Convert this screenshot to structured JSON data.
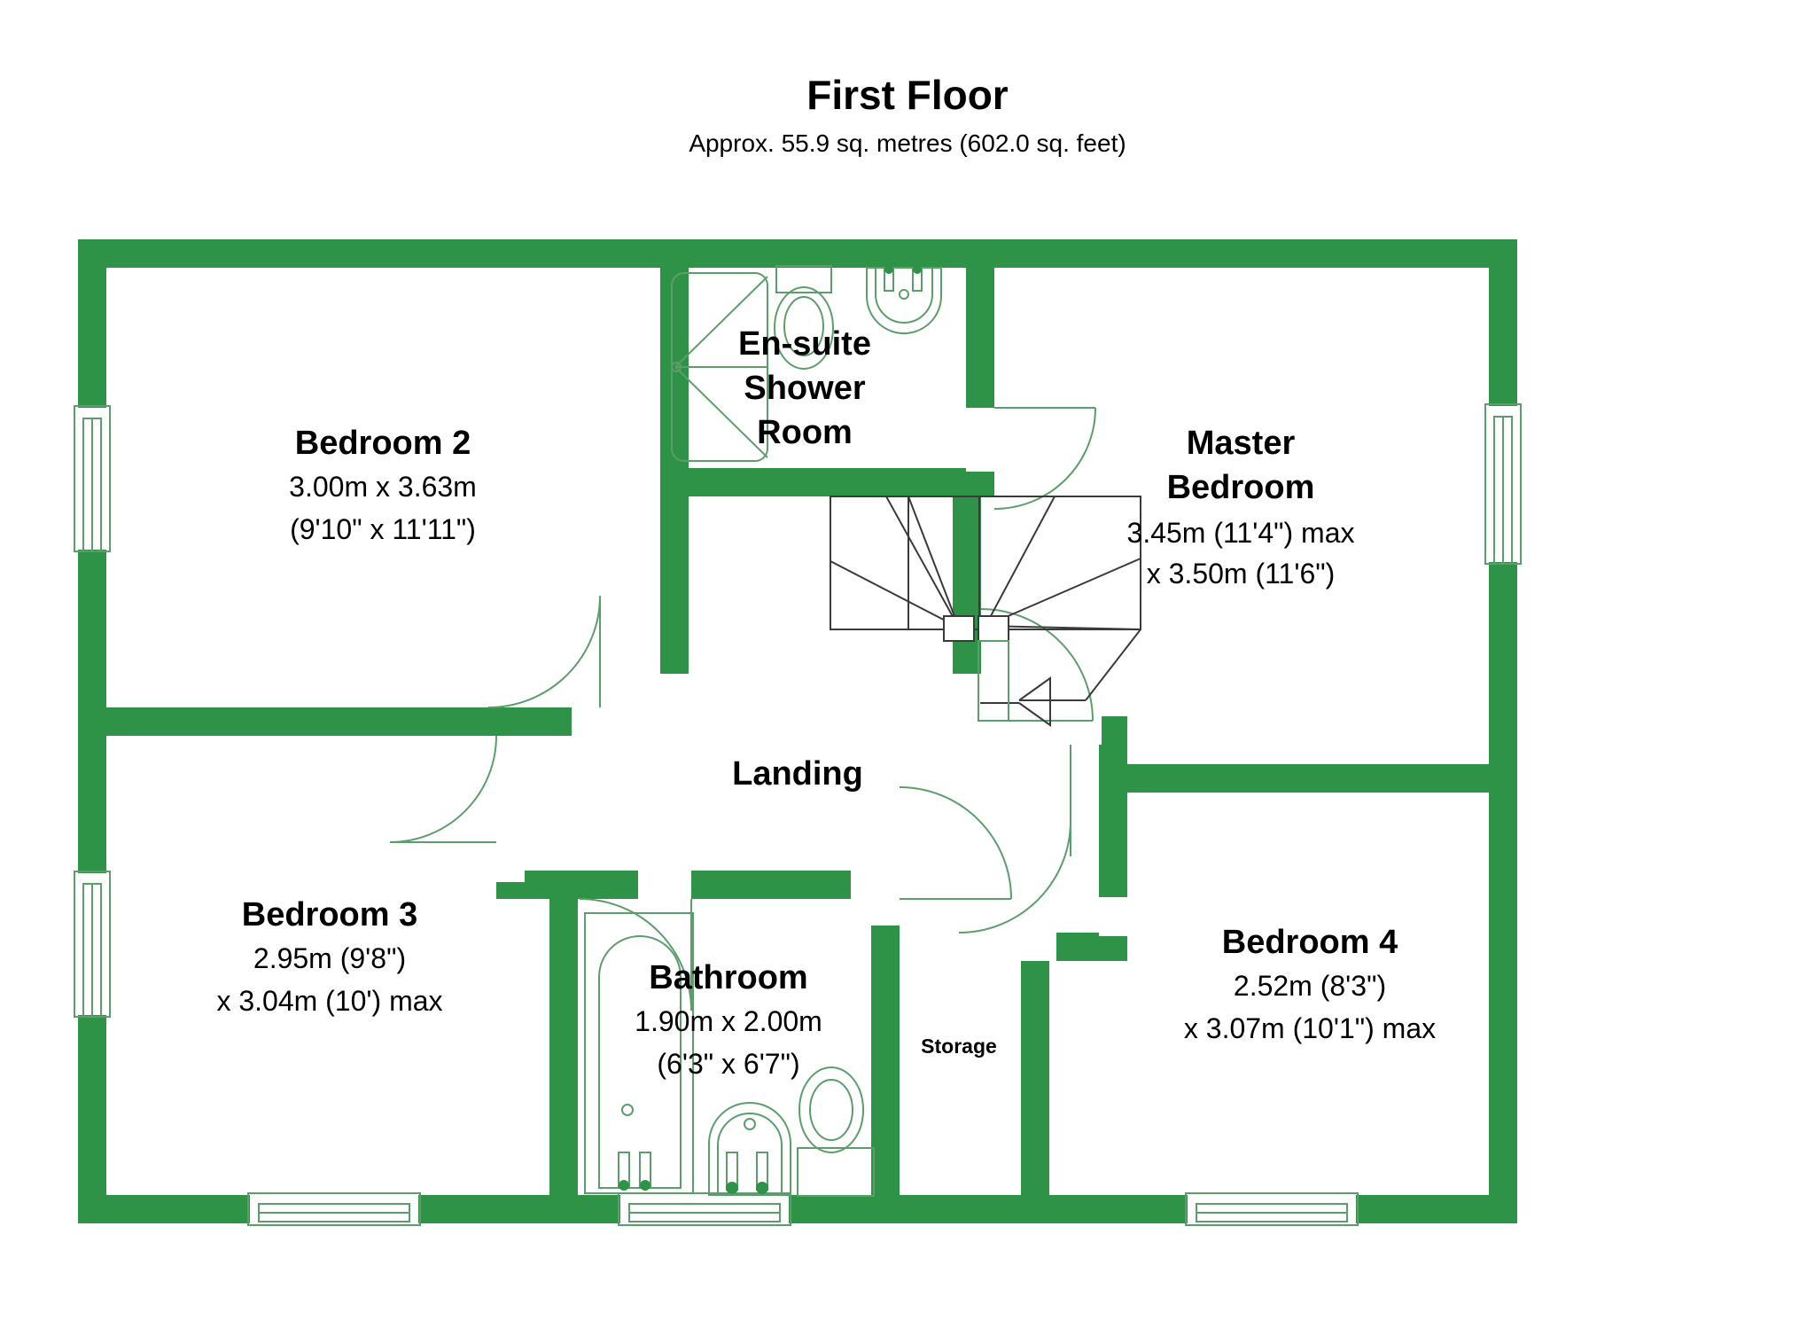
{
  "header": {
    "title": "First Floor",
    "subtitle": "Approx. 55.9 sq. metres (602.0 sq. feet)"
  },
  "colors": {
    "wall": "#2E9347",
    "fixture_outline": "#5C9E6B",
    "stair_line": "#3a3a3a",
    "text": "#000000",
    "background": "#ffffff"
  },
  "rooms": [
    {
      "id": "bedroom-2",
      "name": "Bedroom 2",
      "dim_metric": "3.00m x 3.63m",
      "dim_imperial": "(9'10\" x 11'11\")"
    },
    {
      "id": "ensuite-shower-room",
      "name_line1": "En-suite",
      "name_line2": "Shower",
      "name_line3": "Room"
    },
    {
      "id": "master-bedroom",
      "name_line1": "Master",
      "name_line2": "Bedroom",
      "dim_metric": "3.45m (11'4\") max",
      "dim_imperial": "x 3.50m (11'6\")"
    },
    {
      "id": "landing",
      "name": "Landing"
    },
    {
      "id": "bedroom-3",
      "name": "Bedroom 3",
      "dim_metric": "2.95m (9'8\")",
      "dim_imperial": "x 3.04m (10') max"
    },
    {
      "id": "bathroom",
      "name": "Bathroom",
      "dim_metric": "1.90m x 2.00m",
      "dim_imperial": "(6'3\" x 6'7\")"
    },
    {
      "id": "storage",
      "name": "Storage"
    },
    {
      "id": "bedroom-4",
      "name": "Bedroom 4",
      "dim_metric": "2.52m (8'3\")",
      "dim_imperial": "x 3.07m (10'1\") max"
    }
  ],
  "fixtures": [
    {
      "id": "ensuite-shower-tray",
      "label": "shower-tray"
    },
    {
      "id": "ensuite-toilet",
      "label": "toilet"
    },
    {
      "id": "ensuite-sink",
      "label": "wash-basin"
    },
    {
      "id": "bathroom-bath",
      "label": "bath"
    },
    {
      "id": "bathroom-sink",
      "label": "wash-basin"
    },
    {
      "id": "bathroom-toilet",
      "label": "toilet"
    },
    {
      "id": "staircase",
      "label": "winder-staircase"
    }
  ],
  "windows": [
    {
      "id": "window-bedroom2-left"
    },
    {
      "id": "window-bedroom3-left"
    },
    {
      "id": "window-master-right"
    },
    {
      "id": "window-bedroom3-bottom"
    },
    {
      "id": "window-bathroom-bottom"
    },
    {
      "id": "window-bedroom4-bottom"
    }
  ],
  "doors": [
    {
      "id": "door-ensuite"
    },
    {
      "id": "door-bedroom2"
    },
    {
      "id": "door-master"
    },
    {
      "id": "door-bedroom4"
    },
    {
      "id": "door-bathroom"
    },
    {
      "id": "door-storage"
    },
    {
      "id": "door-bedroom3"
    }
  ]
}
